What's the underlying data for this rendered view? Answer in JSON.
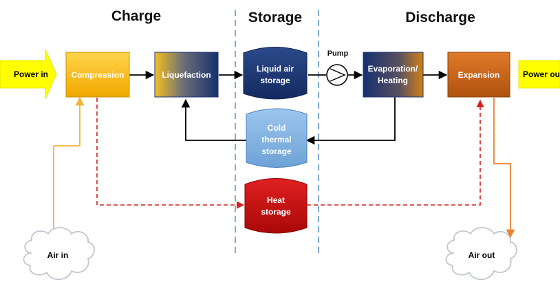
{
  "sections": {
    "charge": "Charge",
    "storage": "Storage",
    "discharge": "Discharge"
  },
  "io": {
    "power_in": "Power in",
    "power_out": "Power out",
    "air_in": "Air in",
    "air_out": "Air out"
  },
  "process": {
    "compression": "Compression",
    "liquefaction": "Liquefaction",
    "evaporation": [
      "Evaporation/",
      "Heating"
    ],
    "expansion": "Expansion"
  },
  "storage": {
    "liquid_air": [
      "Liquid air",
      "storage"
    ],
    "cold_thermal": [
      "Cold",
      "thermal",
      "storage"
    ],
    "heat": [
      "Heat",
      "storage"
    ]
  },
  "pump_label": "Pump",
  "colors": {
    "compression": "#f5b800",
    "navy": "#1a3370",
    "expansion": "#c8641a",
    "cold": "#7fb2e0",
    "heat": "#cc1010",
    "air_flow": "#f2b430",
    "exhaust_flow": "#e8832e",
    "heat_flow": "#d42020",
    "divider": "#5b9bd5",
    "power_arrow": "#ffff00"
  }
}
